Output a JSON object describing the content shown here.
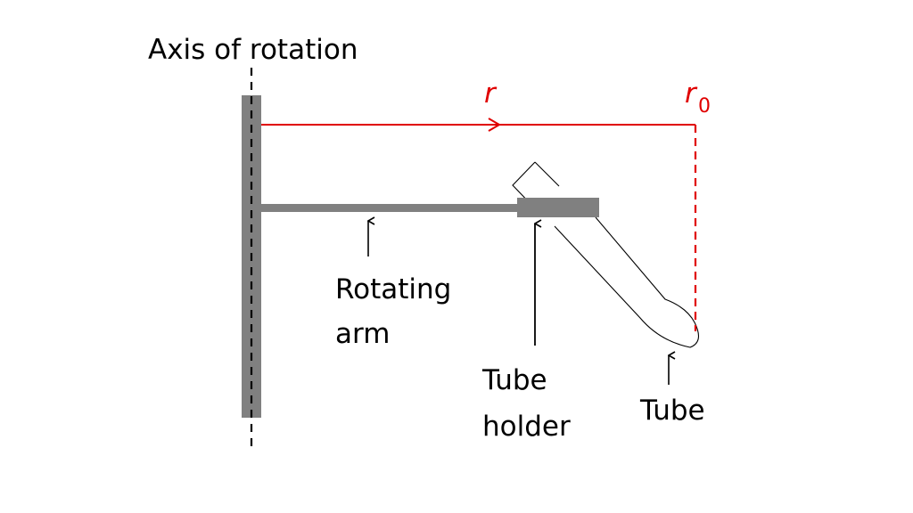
{
  "diagram": {
    "title": "Centrifuge rotating arm geometry",
    "labels": {
      "axis": "Axis of rotation",
      "r": "r",
      "r0_base": "r",
      "r0_sub": "0",
      "rotating_arm_line1": "Rotating",
      "rotating_arm_line2": "arm",
      "tube_holder_line1": "Tube",
      "tube_holder_line2": "holder",
      "tube": "Tube"
    },
    "colors": {
      "structure": "#808080",
      "radius": "#e00000",
      "text": "#000000",
      "background": "#ffffff"
    }
  }
}
